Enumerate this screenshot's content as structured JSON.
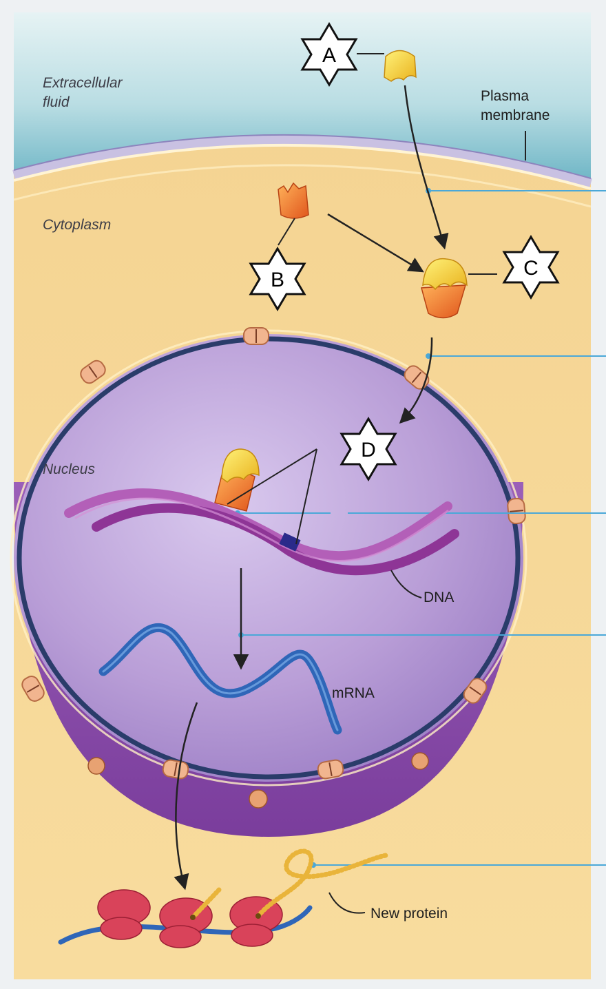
{
  "labels": {
    "extracellular_line1": "Extracellular",
    "extracellular_line2": "fluid",
    "plasma_line1": "Plasma",
    "plasma_line2": "membrane",
    "cytoplasm": "Cytoplasm",
    "nucleus": "Nucleus",
    "dna": "DNA",
    "mrna": "mRNA",
    "new_protein": "New protein"
  },
  "stars": {
    "a": "A",
    "b": "B",
    "c": "C",
    "d": "D"
  },
  "colors": {
    "extracellular": "#b9dde3",
    "cytoplasm": "#f6d892",
    "nucleus": "#b99ed7",
    "nuclear_envelope": "#2a3c6a",
    "dna": "#9a3a9e",
    "mrna": "#2f66b8",
    "ribosome": "#d9435a",
    "leader_line": "#4aa8d8"
  }
}
